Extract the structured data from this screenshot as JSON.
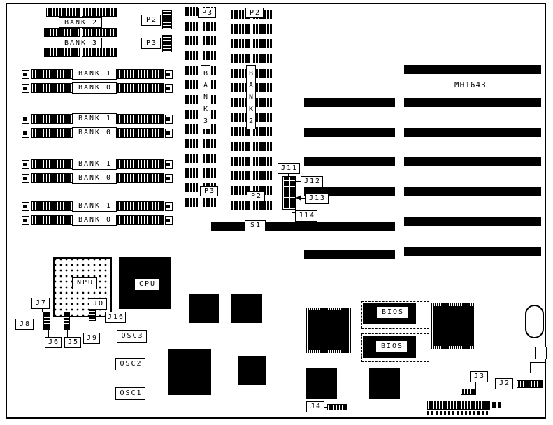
{
  "board": {
    "model": "MH1643"
  },
  "memory": {
    "dip_banks": {
      "bank2": "BANK 2",
      "bank3": "BANK 3"
    },
    "simm_banks": {
      "bank1": "BANK 1",
      "bank0": "BANK 0"
    },
    "column_banks": {
      "bank3": "BANK 3",
      "bank2": "BANK 2"
    }
  },
  "connectors": {
    "p2": "P2",
    "p3": "P3",
    "s1": "S1",
    "j2": "J2",
    "j3": "J3",
    "j4": "J4",
    "j11": "J11",
    "j12": "J12",
    "j13": "J13",
    "j14": "J14"
  },
  "jumpers": {
    "j5": "J5",
    "j6": "J6",
    "j7": "J7",
    "j8": "J8",
    "j9": "J9",
    "jo": "JO",
    "j16": "J16"
  },
  "chips": {
    "npu": "NPU",
    "cpu": "CPU",
    "bios": "BIOS"
  },
  "oscillators": {
    "osc1": "OSC1",
    "osc2": "OSC2",
    "osc3": "OSC3"
  }
}
